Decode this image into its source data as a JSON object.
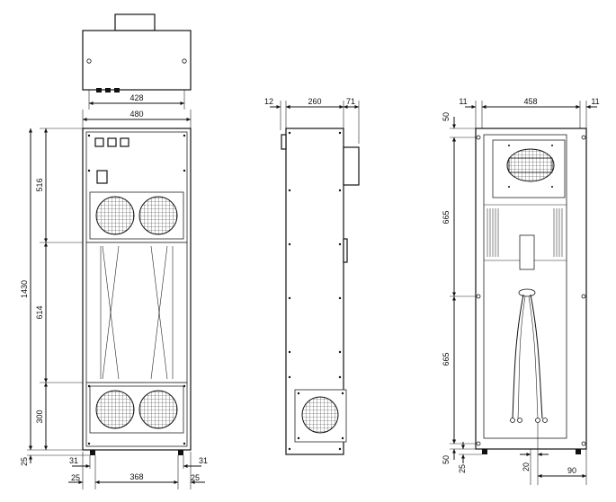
{
  "front_view": {
    "top_widths": [
      "428",
      "480"
    ],
    "heights": [
      "516",
      "614",
      "300"
    ],
    "total_height": "1430",
    "foot_height": "25",
    "bottom_dims": [
      "31",
      "31",
      "25",
      "368",
      "25"
    ]
  },
  "side_view": {
    "top_dims": [
      "12",
      "260",
      "71"
    ]
  },
  "rear_view": {
    "top_dims": [
      "11",
      "458",
      "11"
    ],
    "left_dims": [
      "50",
      "665",
      "665",
      "50",
      "25"
    ],
    "bottom_dims": [
      "20",
      "90"
    ]
  }
}
